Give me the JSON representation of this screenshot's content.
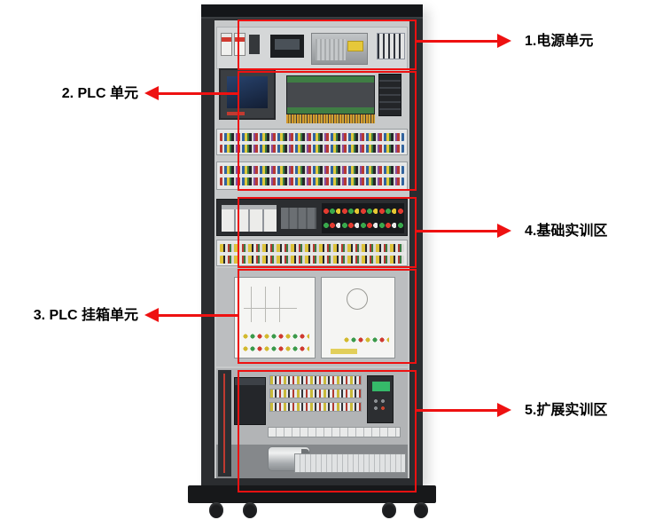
{
  "annotations": [
    {
      "id": 1,
      "label": "1.电源单元"
    },
    {
      "id": 2,
      "label": "2. PLC 单元"
    },
    {
      "id": 3,
      "label": "3. PLC 挂箱单元"
    },
    {
      "id": 4,
      "label": "4.基础实训区"
    },
    {
      "id": 5,
      "label": "5.扩展实训区"
    }
  ],
  "colors": {
    "annotation_red": "#ee1111",
    "cabinet_frame": "#2b2d30",
    "panel_gray": "#c7c9ca",
    "base_black": "#17181a"
  }
}
